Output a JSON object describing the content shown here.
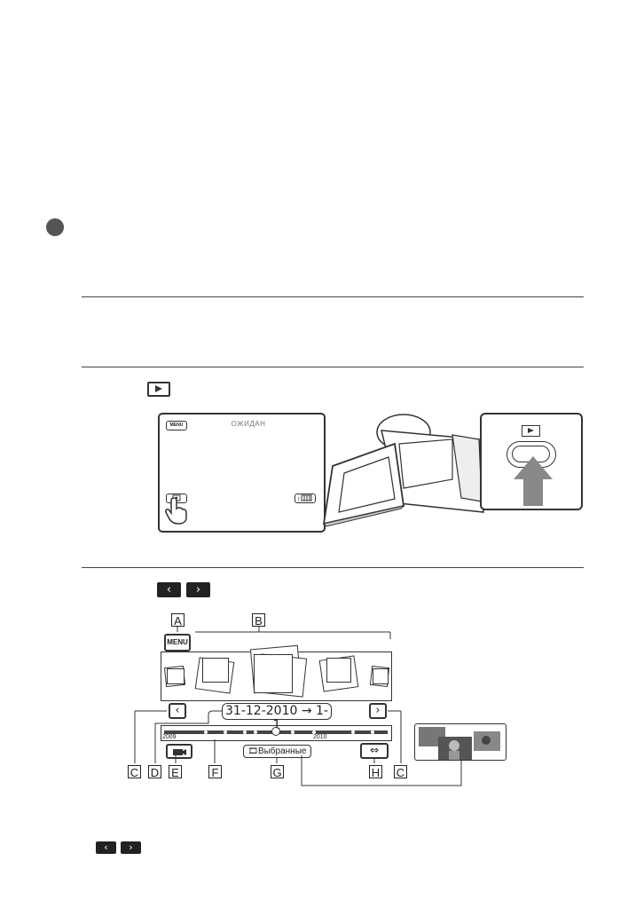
{
  "camera_screen": {
    "status_text": "ОЖИДАН",
    "menu_label": "MENU"
  },
  "index_screen": {
    "menu_label": "MENU",
    "date_range": "31-12-2010 → 1-1",
    "year_start": "2009",
    "year_end": "2010",
    "favorites_label": "Выбранные",
    "prev_glyph": "‹",
    "next_glyph": "›"
  },
  "callouts": {
    "a": "A",
    "b": "B",
    "c": "C",
    "d": "D",
    "e": "E",
    "f": "F",
    "g": "G",
    "h": "H"
  },
  "nav_icons": {
    "prev": "‹",
    "next": "›"
  },
  "colors": {
    "bullet": "#555555",
    "timeline": "#444444",
    "arrow": "#888888"
  }
}
